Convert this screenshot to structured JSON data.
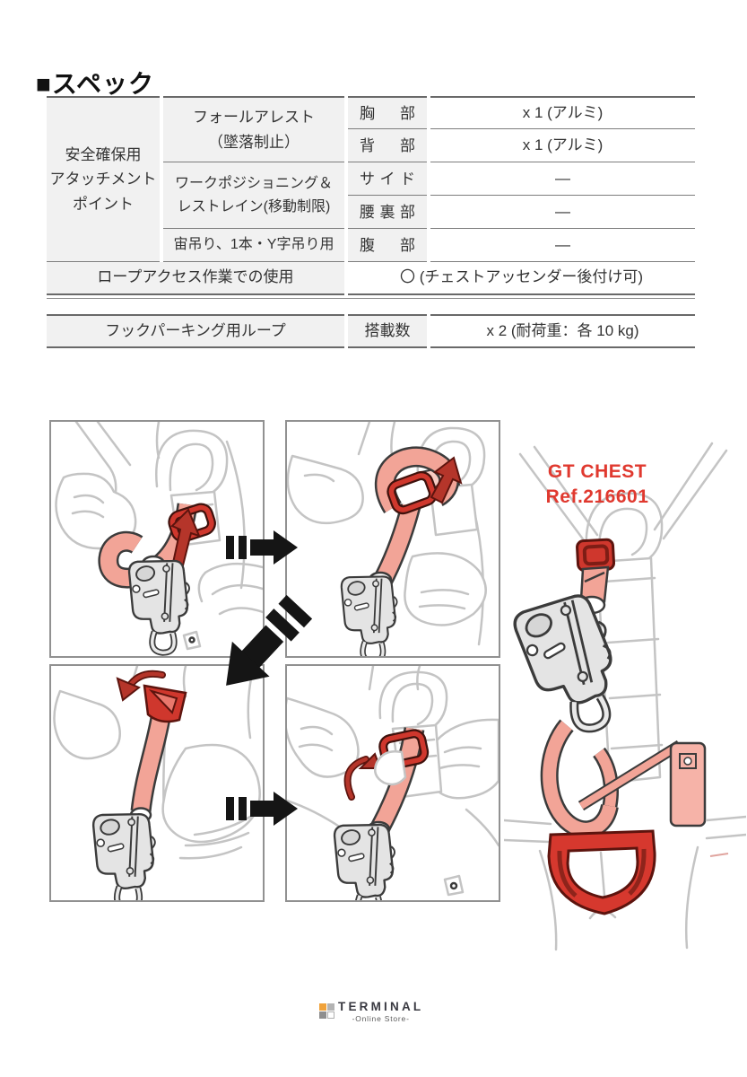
{
  "page": {
    "title_marker": "■",
    "title": "スペック"
  },
  "spec_table": {
    "group_label_lines": [
      "安全確保用",
      "アタッチメント",
      "ポイント"
    ],
    "subgroups": [
      {
        "line1": "フォールアレスト",
        "line2": "（墜落制止）"
      },
      {
        "line1": "ワークポジショニング＆",
        "line2": "レストレイン(移動制限)"
      },
      {
        "line1": "宙吊り、1本・Y字吊り用"
      }
    ],
    "rows": [
      {
        "part": "胸 部",
        "value": "x 1 (アルミ)"
      },
      {
        "part": "背 部",
        "value": "x 1 (アルミ)"
      },
      {
        "part": "サイド",
        "value": "—"
      },
      {
        "part": "腰裏部",
        "value": "—"
      },
      {
        "part": "腹 部",
        "value": "—"
      }
    ],
    "rope_access": {
      "label": "ロープアクセス作業での使用",
      "value": "〇 (チェストアッセンダー後付け可)"
    }
  },
  "hook_table": {
    "label": "フックパーキング用ループ",
    "qty_label": "搭載数",
    "value": "x 2 (耐荷重：各 10 kg)"
  },
  "figure": {
    "product_name": "GT CHEST",
    "product_ref": "Ref.216601",
    "label_color": "#e0392f",
    "strap_color": "#f2a497",
    "buckle_color": "#cf372d",
    "dring_color": "#d6382e"
  },
  "logo": {
    "brand": "TERMINAL",
    "tagline": "-Online Store-",
    "square_colors": {
      "top_left": "#f0a23a",
      "top_right": "#b3b3b3",
      "bottom_left": "#8f8f8f",
      "bottom_right": "#ffffff"
    }
  }
}
